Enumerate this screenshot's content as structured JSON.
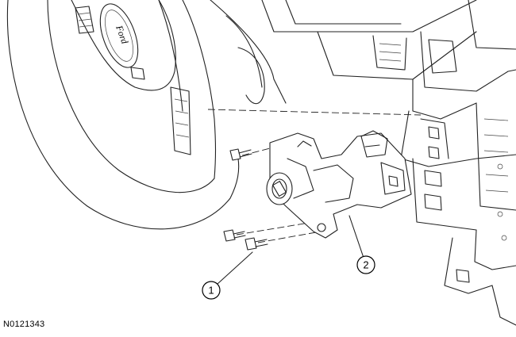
{
  "callouts": [
    {
      "label": "1"
    },
    {
      "label": "2"
    }
  ],
  "reference_id": "N0121343",
  "steering_wheel_logo_text": "Ford",
  "icons": [
    "steering-wheel",
    "ignition-lock-cylinder-housing",
    "screw"
  ]
}
